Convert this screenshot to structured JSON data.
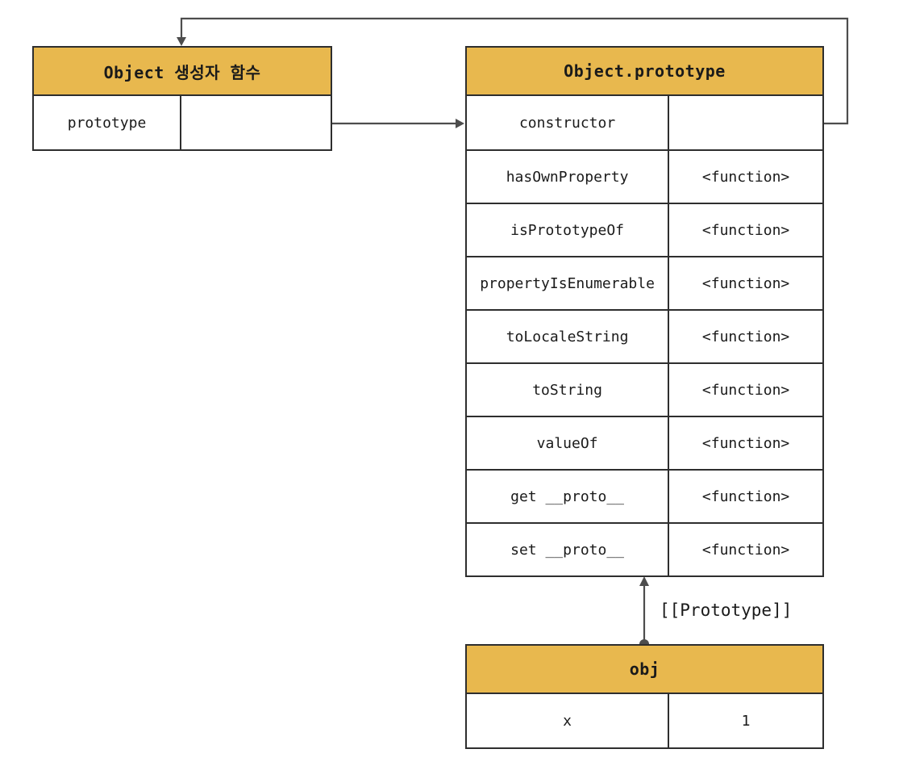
{
  "colors": {
    "header-bg": "#E8B84E",
    "border": "#2E2E2E",
    "line": "#4D4D4D",
    "background": "#FFFFFF",
    "text": "#1A1A1A"
  },
  "left_table": {
    "title": "Object 생성자 함수",
    "rows": [
      {
        "name": "prototype",
        "value": ""
      }
    ]
  },
  "right_table": {
    "title": "Object.prototype",
    "rows": [
      {
        "name": "constructor",
        "value": ""
      },
      {
        "name": "hasOwnProperty",
        "value": "<function>"
      },
      {
        "name": "isPrototypeOf",
        "value": "<function>"
      },
      {
        "name": "propertyIsEnumerable",
        "value": "<function>"
      },
      {
        "name": "toLocaleString",
        "value": "<function>"
      },
      {
        "name": "toString",
        "value": "<function>"
      },
      {
        "name": "valueOf",
        "value": "<function>"
      },
      {
        "name": "get __proto__",
        "value": "<function>"
      },
      {
        "name": "set __proto__",
        "value": "<function>"
      }
    ]
  },
  "obj_table": {
    "title": "obj",
    "rows": [
      {
        "name": "x",
        "value": "1"
      }
    ]
  },
  "labels": {
    "prototype_link": "[[Prototype]]"
  }
}
